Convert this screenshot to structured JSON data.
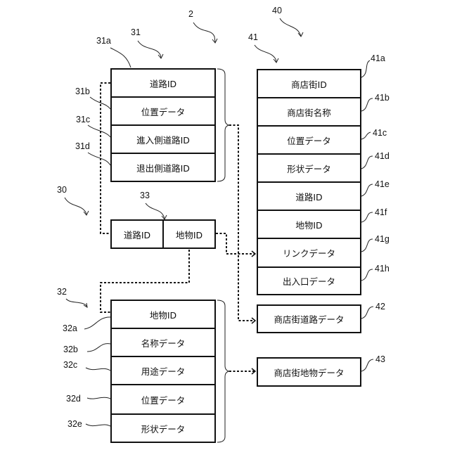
{
  "diagram": {
    "ref_main": "2",
    "ref_group30": "30",
    "ref_group40": "40",
    "table31": {
      "ref": "31",
      "rows": [
        {
          "ref": "31a",
          "label": "道路ID"
        },
        {
          "ref": "31b",
          "label": "位置データ"
        },
        {
          "ref": "31c",
          "label": "進入側道路ID"
        },
        {
          "ref": "31d",
          "label": "退出側道路ID"
        }
      ]
    },
    "table33": {
      "ref": "33",
      "cells": [
        "道路ID",
        "地物ID"
      ]
    },
    "table32": {
      "ref": "32",
      "rows": [
        {
          "ref": "32a",
          "label": "地物ID"
        },
        {
          "ref": "32b",
          "label": "名称データ"
        },
        {
          "ref": "32c",
          "label": "用途データ"
        },
        {
          "ref": "32d",
          "label": "位置データ"
        },
        {
          "ref": "32e",
          "label": "形状データ"
        }
      ]
    },
    "table41": {
      "ref": "41",
      "rows": [
        {
          "ref": "41a",
          "label": "商店街ID"
        },
        {
          "ref": "41b",
          "label": "商店街名称"
        },
        {
          "ref": "41c",
          "label": "位置データ"
        },
        {
          "ref": "41d",
          "label": "形状データ"
        },
        {
          "ref": "41e",
          "label": "道路ID"
        },
        {
          "ref": "41f",
          "label": "地物ID"
        },
        {
          "ref": "41g",
          "label": "リンクデータ"
        },
        {
          "ref": "41h",
          "label": "出入口データ"
        }
      ]
    },
    "box42": {
      "ref": "42",
      "label": "商店街道路データ"
    },
    "box43": {
      "ref": "43",
      "label": "商店街地物データ"
    }
  }
}
